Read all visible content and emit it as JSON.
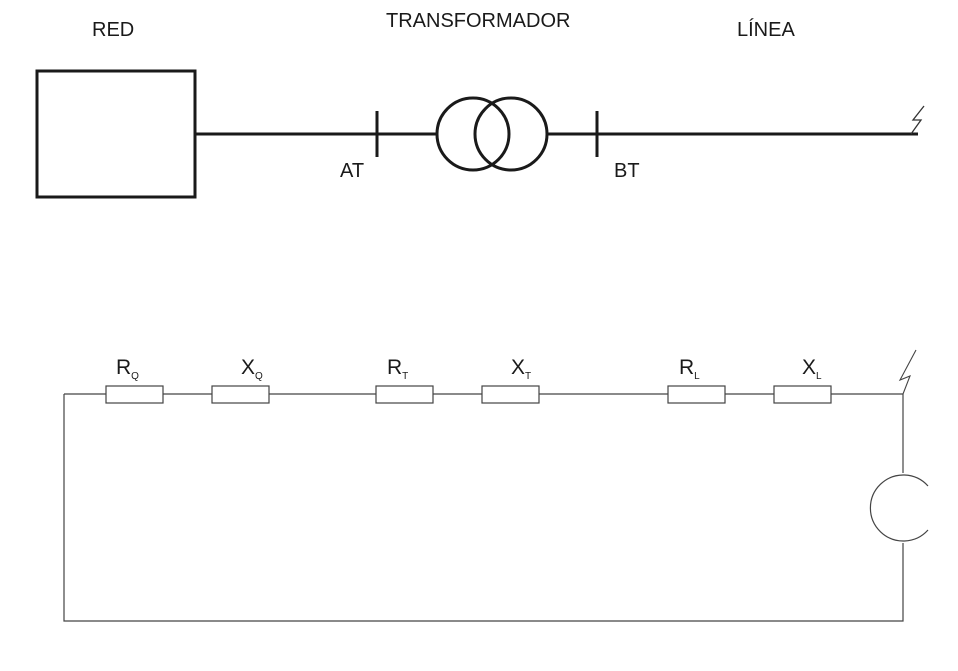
{
  "headers": {
    "red": "RED",
    "transformador": "TRANSFORMADOR",
    "linea": "LÍNEA"
  },
  "buses": {
    "at": "AT",
    "bt": "BT"
  },
  "equivalent_circuit": {
    "elements": [
      {
        "letter": "R",
        "sub": "Q"
      },
      {
        "letter": "X",
        "sub": "Q"
      },
      {
        "letter": "R",
        "sub": "T"
      },
      {
        "letter": "X",
        "sub": "T"
      },
      {
        "letter": "R",
        "sub": "L"
      },
      {
        "letter": "X",
        "sub": "L"
      }
    ]
  },
  "icons": {
    "fault": "lightning-fault-icon",
    "source": "voltage-source-icon",
    "transformer": "transformer-icon"
  },
  "colors": {
    "line": "#1a1a1a",
    "thin_line": "#444444"
  }
}
